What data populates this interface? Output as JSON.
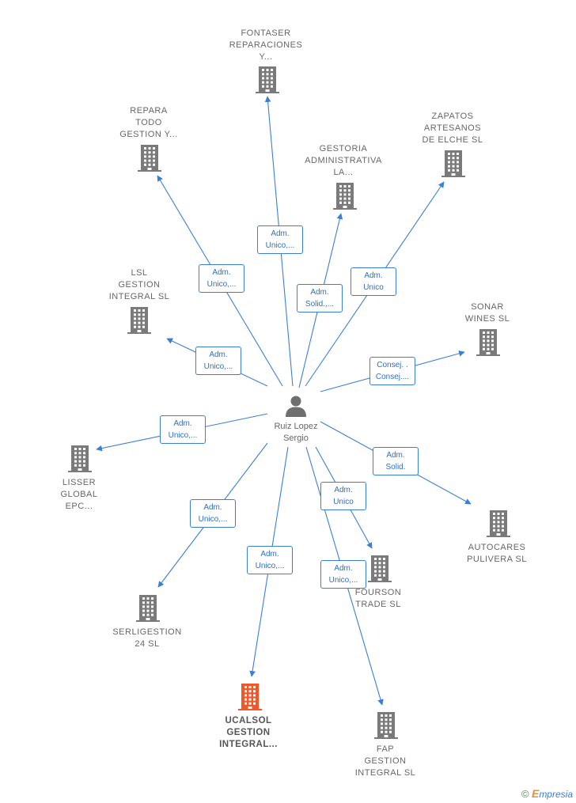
{
  "center": {
    "lines": [
      "Ruiz Lopez",
      "Sergio"
    ],
    "icon": "person-icon"
  },
  "companies": [
    {
      "id": "fontaser",
      "lines": [
        "FONTASER",
        "REPARACIONES",
        "Y..."
      ],
      "highlight": false
    },
    {
      "id": "repara",
      "lines": [
        "REPARA",
        "TODO",
        "GESTION Y..."
      ],
      "highlight": false
    },
    {
      "id": "gestoria",
      "lines": [
        "GESTORIA",
        "ADMINISTRATIVA",
        "LA..."
      ],
      "highlight": false
    },
    {
      "id": "zapatos",
      "lines": [
        "ZAPATOS",
        "ARTESANOS",
        "DE ELCHE SL"
      ],
      "highlight": false
    },
    {
      "id": "lsl",
      "lines": [
        "LSL",
        "GESTION",
        "INTEGRAL  SL"
      ],
      "highlight": false
    },
    {
      "id": "sonar",
      "lines": [
        "SONAR",
        "WINES  SL"
      ],
      "highlight": false
    },
    {
      "id": "lisser",
      "lines": [
        "LISSER",
        "GLOBAL",
        "EPC..."
      ],
      "highlight": false
    },
    {
      "id": "autocares",
      "lines": [
        "AUTOCARES",
        "PULIVERA SL"
      ],
      "highlight": false
    },
    {
      "id": "fourson",
      "lines": [
        "FOURSON",
        "TRADE  SL"
      ],
      "highlight": false
    },
    {
      "id": "serligestion",
      "lines": [
        "SERLIGESTION",
        "24  SL"
      ],
      "highlight": false
    },
    {
      "id": "ucalsol",
      "lines": [
        "UCALSOL",
        "GESTION",
        "INTEGRAL..."
      ],
      "highlight": true
    },
    {
      "id": "fap",
      "lines": [
        "FAP",
        "GESTION",
        "INTEGRAL  SL"
      ],
      "highlight": false
    }
  ],
  "roles": {
    "fontaser": [
      "Adm.",
      "Unico,..."
    ],
    "repara": [
      "Adm.",
      "Unico,..."
    ],
    "gestoria": [
      "Adm.",
      "Solid.,..."
    ],
    "zapatos": [
      "Adm.",
      "Unico"
    ],
    "lsl": [
      "Adm.",
      "Unico,..."
    ],
    "sonar": [
      "Consej. .",
      "Consej...."
    ],
    "lisser": [
      "Adm.",
      "Unico,..."
    ],
    "autocares": [
      "Adm.",
      "Solid."
    ],
    "fourson": [
      "Adm.",
      "Unico"
    ],
    "serligestion": [
      "Adm.",
      "Unico,..."
    ],
    "ucalsol": [
      "Adm.",
      "Unico,..."
    ],
    "fap": [
      "Adm.",
      "Unico,..."
    ]
  },
  "colors": {
    "edge": "#3b7fd4",
    "building": "#7a7a7a",
    "highlight": "#f0582a"
  },
  "footer": {
    "copyright": "©",
    "brand_initial": "E",
    "brand_rest": "mpresia"
  }
}
